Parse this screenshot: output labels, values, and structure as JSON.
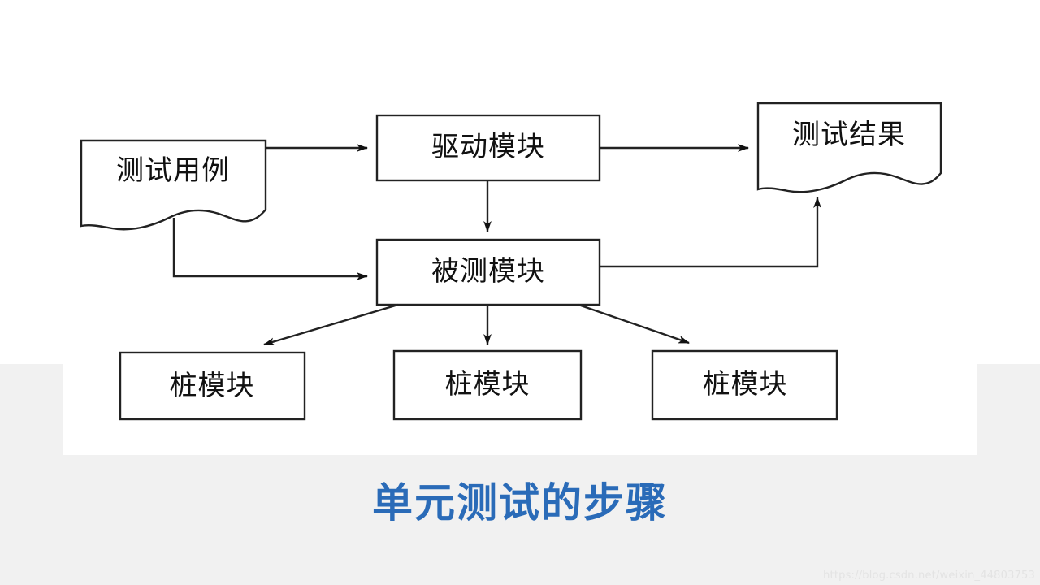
{
  "slide": {
    "title": "单元测试的步骤",
    "title_color": "#2a6bb8",
    "background_color": "#f1f1f1",
    "panel_color": "#ffffff",
    "watermark": "https://blog.csdn.net/weixin_44803753"
  },
  "diagram": {
    "type": "flowchart",
    "stroke_color": "#222222",
    "nodes": [
      {
        "id": "test-case",
        "label": "测试用例",
        "shape": "document"
      },
      {
        "id": "driver-module",
        "label": "驱动模块",
        "shape": "rectangle"
      },
      {
        "id": "test-result",
        "label": "测试结果",
        "shape": "document"
      },
      {
        "id": "module-under-test",
        "label": "被测模块",
        "shape": "rectangle"
      },
      {
        "id": "stub-module-left",
        "label": "桩模块",
        "shape": "rectangle"
      },
      {
        "id": "stub-module-center",
        "label": "桩模块",
        "shape": "rectangle"
      },
      {
        "id": "stub-module-right",
        "label": "桩模块",
        "shape": "rectangle"
      }
    ],
    "edges": [
      {
        "from": "test-case",
        "to": "driver-module",
        "style": "straight-arrow"
      },
      {
        "from": "driver-module",
        "to": "test-result",
        "style": "straight-arrow"
      },
      {
        "from": "driver-module",
        "to": "module-under-test",
        "style": "straight-arrow"
      },
      {
        "from": "test-case",
        "to": "module-under-test",
        "style": "elbow-arrow"
      },
      {
        "from": "module-under-test",
        "to": "test-result",
        "style": "elbow-arrow"
      },
      {
        "from": "module-under-test",
        "to": "stub-module-left",
        "style": "diagonal-arrow"
      },
      {
        "from": "module-under-test",
        "to": "stub-module-center",
        "style": "straight-arrow"
      },
      {
        "from": "module-under-test",
        "to": "stub-module-right",
        "style": "diagonal-arrow"
      }
    ]
  }
}
